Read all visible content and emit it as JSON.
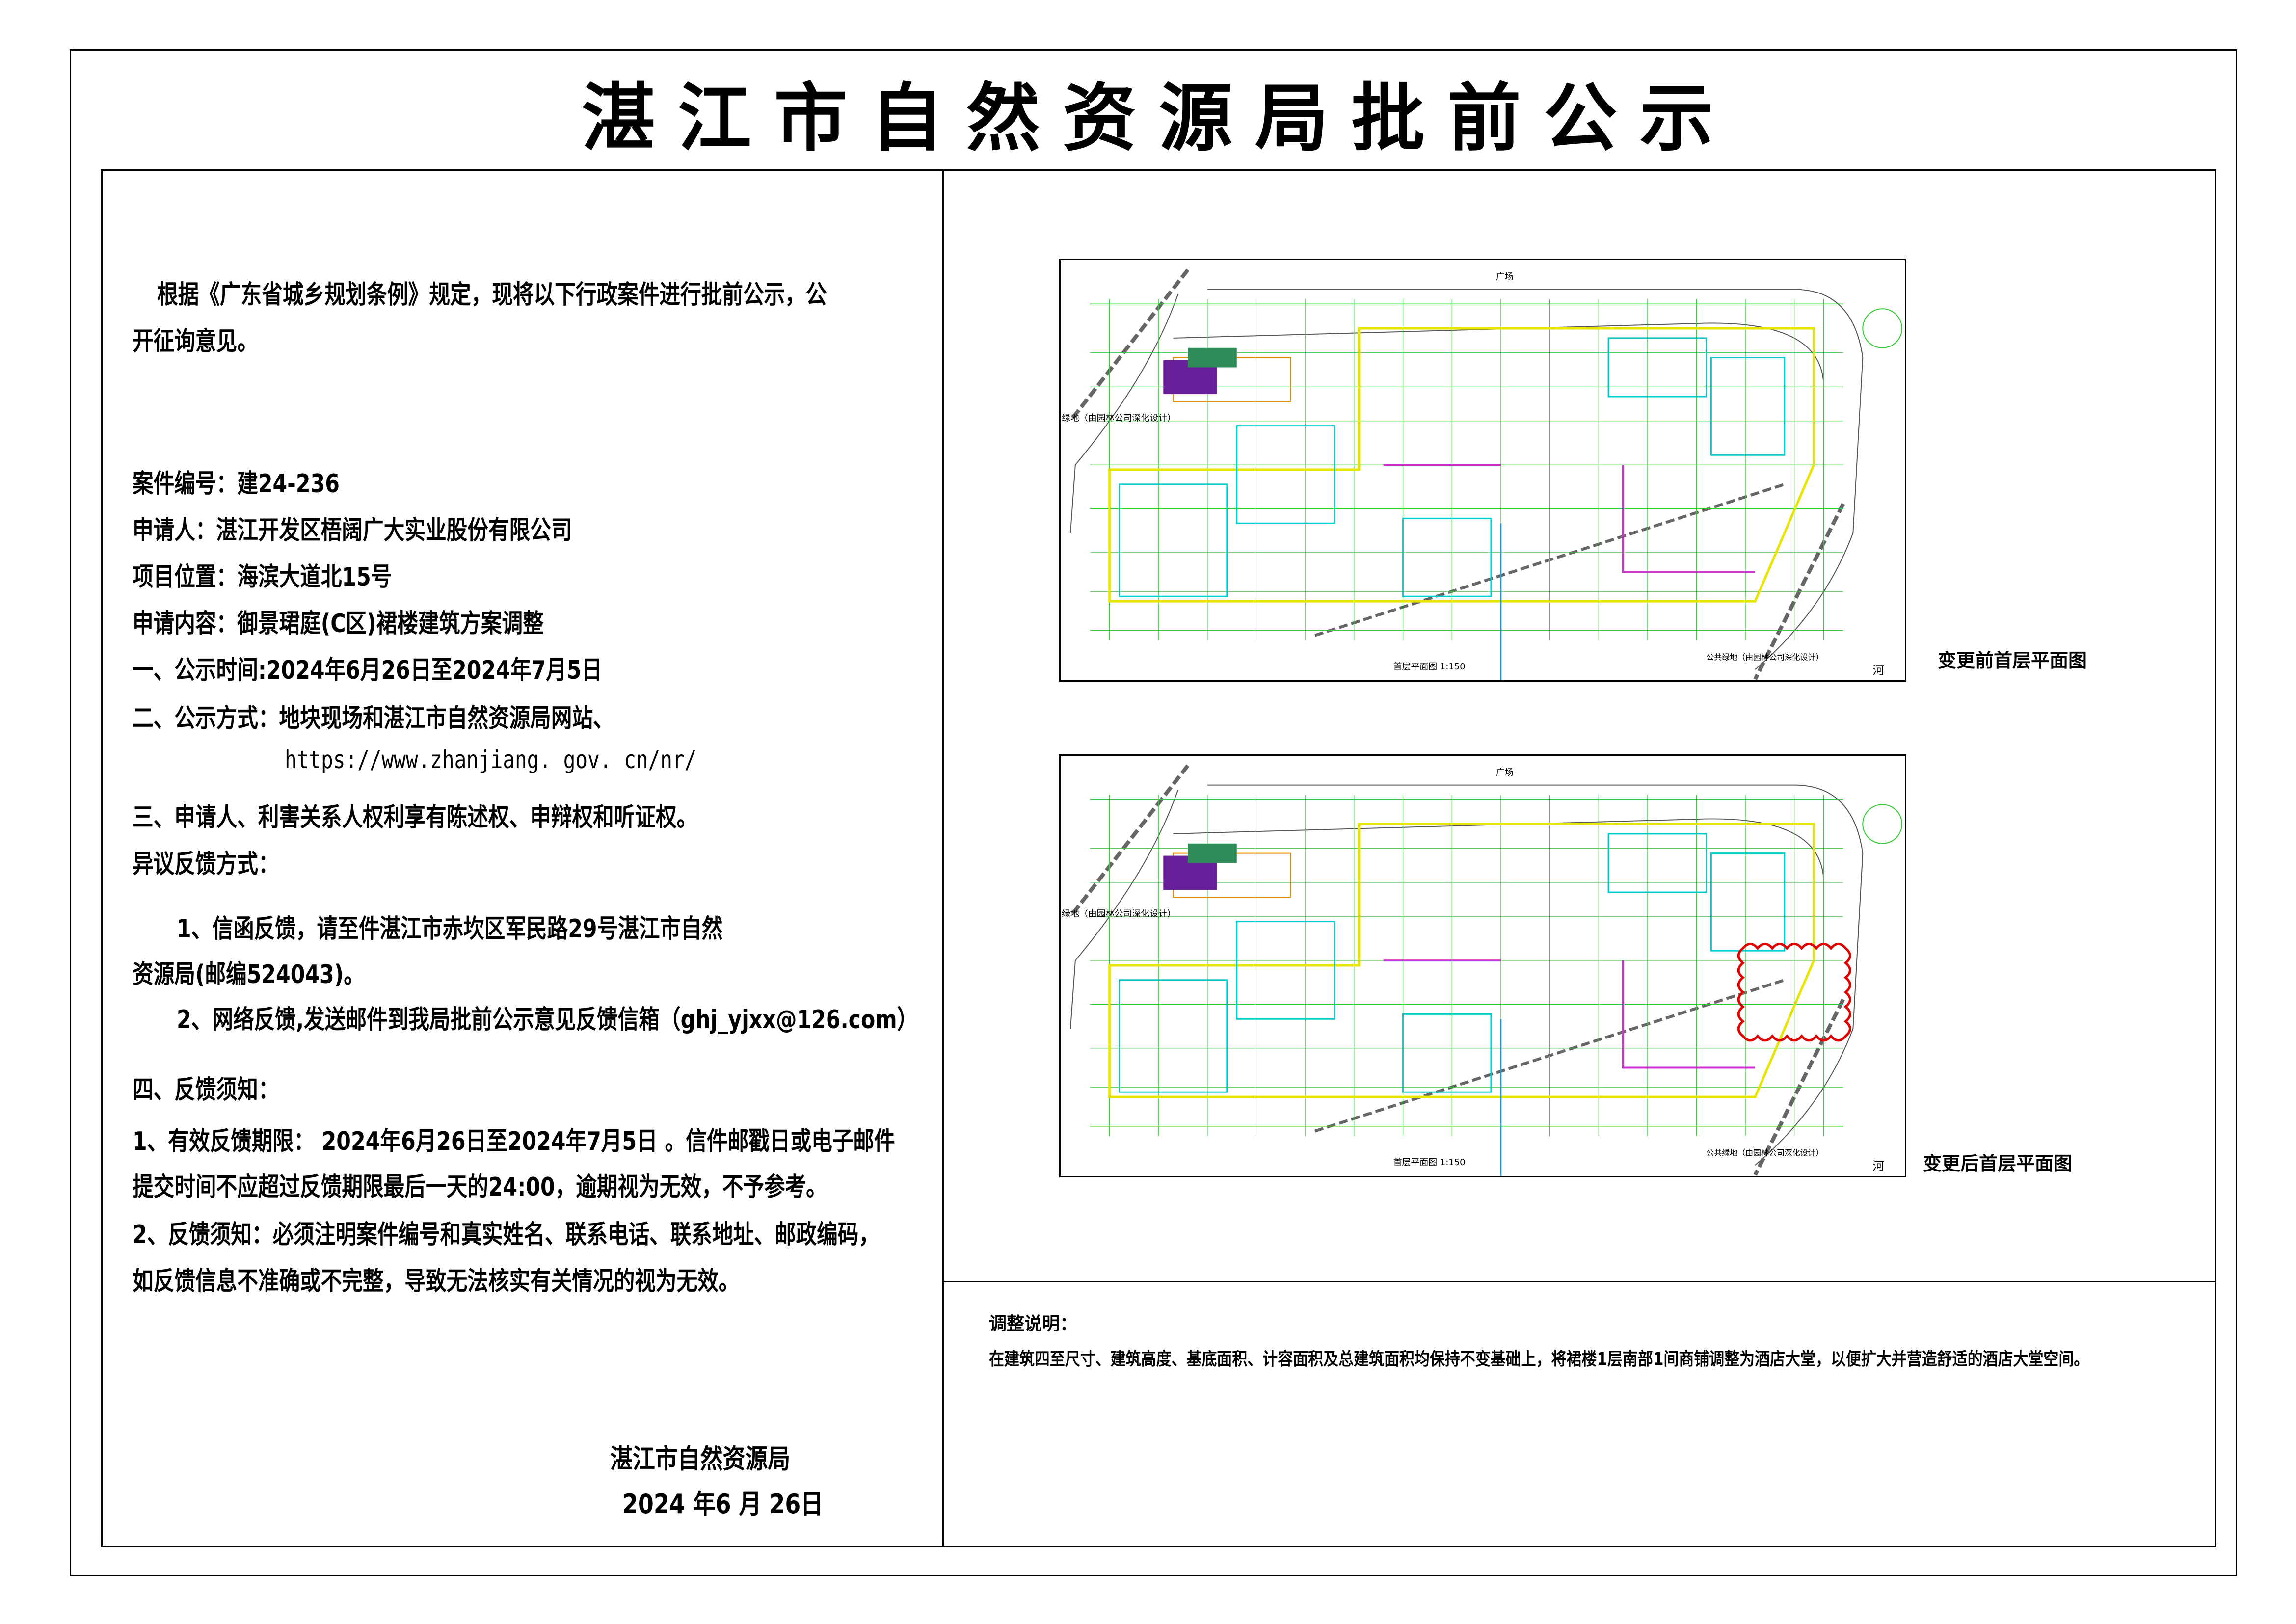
{
  "document": {
    "title": "湛江市自然资源局批前公示"
  },
  "left_panel": {
    "intro_line1": "根据《广东省城乡规划条例》规定，现将以下行政案件进行批前公示，公",
    "intro_line2": "开征询意见。",
    "case_number": "案件编号：建24-236",
    "applicant": "申请人：湛江开发区梧阔广大实业股份有限公司",
    "location": "项目位置：海滨大道北15号",
    "content": "申请内容：御景珺庭(C区)裙楼建筑方案调整",
    "section1": "一、公示时间:2024年6月26日至2024年7月5日",
    "section2": "二、公示方式：地块现场和湛江市自然资源局网站、",
    "section2_url": "https://www.zhanjiang. gov. cn/nr/",
    "section3": "三、申请人、利害关系人权利享有陈述权、申辩权和听证权。",
    "objection_heading": "异议反馈方式：",
    "objection_1_line1": "1、信函反馈，请至件湛江市赤坎区军民路29号湛江市自然",
    "objection_1_line2": "资源局(邮编524043)。",
    "objection_2": "2、网络反馈,发送邮件到我局批前公示意见反馈信箱（ghj_yjxx@126.com）",
    "section4": "四、反馈须知：",
    "notice_1_line1": "1、有效反馈期限： 2024年6月26日至2024年7月5日 。信件邮戳日或电子邮件",
    "notice_1_line2": "提交时间不应超过反馈期限最后一天的24:00，逾期视为无效，不予参考。",
    "notice_2_line1": "2、反馈须知：必须注明案件编号和真实姓名、联系电话、联系地址、邮政编码，",
    "notice_2_line2": "如反馈信息不准确或不完整，导致无法核实有关情况的视为无效。",
    "signature_org": "湛江市自然资源局",
    "signature_date": "2024 年6 月 26日"
  },
  "right_panel": {
    "plans": [
      {
        "label": "变更前首层平面图",
        "drawing_title": "首层平面图 1:150",
        "annotations": {
          "top": "广场",
          "left": "绿地（由园林公司深化设计）",
          "bottom_right": "公共绿地（由园林公司深化设计）",
          "river": "河"
        },
        "revision_cloud": false
      },
      {
        "label": "变更后首层平面图",
        "drawing_title": "首层平面图 1:150",
        "annotations": {
          "top": "广场",
          "left": "绿地（由园林公司深化设计）",
          "bottom_right": "公共绿地（由园林公司深化设计）",
          "river": "河"
        },
        "revision_cloud": true
      }
    ],
    "adjustment_heading": "调整说明：",
    "adjustment_text": "在建筑四至尺寸、建筑高度、基底面积、计容面积及总建筑面积均保持不变基础上，将裙楼1层南部1间商铺调整为酒店大堂，以便扩大并营造舒适的酒店大堂空间。"
  },
  "colors": {
    "text": "#000000",
    "cad_grid": "#33cc33",
    "cad_wall": "#ffff00",
    "cad_cyan": "#00cccc",
    "cad_magenta": "#cc33cc",
    "cad_orange": "#e08a00",
    "revision_cloud": "#e00000"
  }
}
